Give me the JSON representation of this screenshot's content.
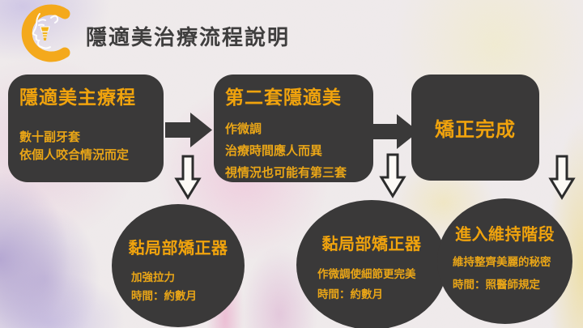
{
  "header": {
    "title": "隱適美治療流程說明",
    "logo": "clinic-c-face-implant-logo"
  },
  "palette": {
    "panel_dark": "#3a3939",
    "heading_amber": "#f0a30d",
    "body_amber": "#e9a517",
    "title_gray": "#3f3e3e",
    "logo_orange": "#f4a91c",
    "background_base": "#f0ebec"
  },
  "flow": {
    "steps": [
      {
        "title": "隱適美主療程",
        "lines": [
          "數十副牙套",
          "依個人咬合情況而定"
        ]
      },
      {
        "title": "第二套隱適美",
        "lines": [
          "作微調",
          "治療時間應人而異",
          "視情況也可能有第三套"
        ]
      },
      {
        "title": "矯正完成",
        "lines": []
      }
    ],
    "substeps": [
      {
        "title": "黏局部矯正器",
        "lines": [
          "加強拉力",
          "時間：約數月"
        ]
      },
      {
        "title": "黏局部矯正器",
        "lines": [
          "作微調使細節更完美",
          "時間：約數月"
        ]
      },
      {
        "title": "進入維持階段",
        "lines": [
          "維持整齊美麗的秘密",
          "時間：照醫師規定"
        ]
      }
    ]
  }
}
